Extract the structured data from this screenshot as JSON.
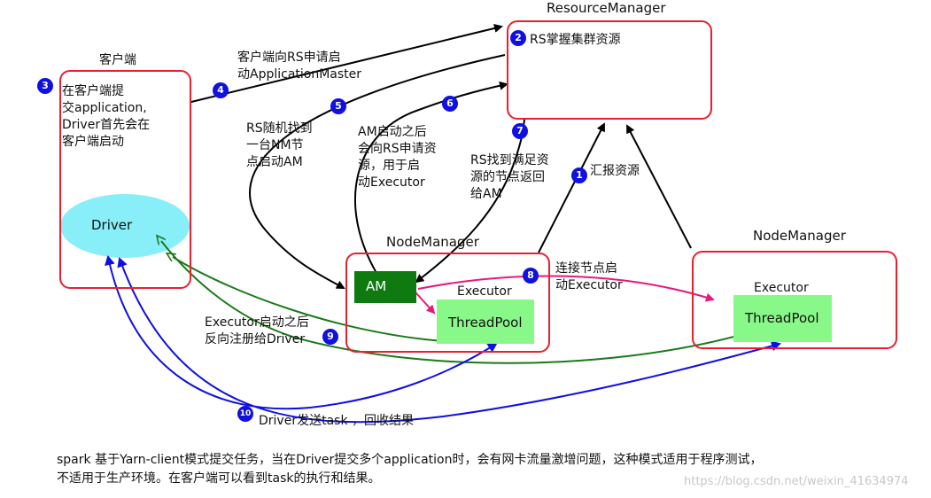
{
  "titles": {
    "resource_manager": "ResourceManager",
    "client": "客户端",
    "node_manager_1": "NodeManager",
    "node_manager_2": "NodeManager"
  },
  "nodes": {
    "rm_text": "RS掌握集群资源",
    "client_text": "在客户端提\n交application,\nDriver首先会在\n客户端启动",
    "driver": "Driver",
    "am": "AM",
    "executor_1": "Executor",
    "threadpool_1": "ThreadPool",
    "executor_2": "Executor",
    "threadpool_2": "ThreadPool"
  },
  "steps": [
    {
      "num": "1",
      "label": "汇报资源"
    },
    {
      "num": "2",
      "label": ""
    },
    {
      "num": "3",
      "label": ""
    },
    {
      "num": "4",
      "label": "客户端向RS申请启\n动ApplicationMaster"
    },
    {
      "num": "5",
      "label": "RS随机找到\n一台NM节\n点启动AM"
    },
    {
      "num": "6",
      "label": "AM启动之后\n会向RS申请资\n源，用于启\n动Executor"
    },
    {
      "num": "7",
      "label": "RS找到满足资\n源的节点返回\n给AM"
    },
    {
      "num": "8",
      "label": "连接节点启\n动Executor"
    },
    {
      "num": "9",
      "label": "Executor启动之后\n反向注册给Driver"
    },
    {
      "num": "10",
      "label": "Driver发送task ，回收结果"
    }
  ],
  "caption": "spark 基于Yarn-client模式提交任务，当在Driver提交多个application时，会有网卡流量激增问题，这种模式适用于程序测试，\n不适用于生产环境。在客户端可以看到task的执行和结果。",
  "watermark": "https://blog.csdn.net/weixin_41634974",
  "colors": {
    "box_border": "#e8202e",
    "badge": "#1010e0",
    "driver_fill": "#88eef8",
    "am_fill": "#0f7a10",
    "threadpool_fill": "#88f888",
    "arrow_black": "#000000",
    "arrow_green": "#1a7a1a",
    "arrow_blue": "#1010e0",
    "arrow_pink": "#e8187a"
  }
}
